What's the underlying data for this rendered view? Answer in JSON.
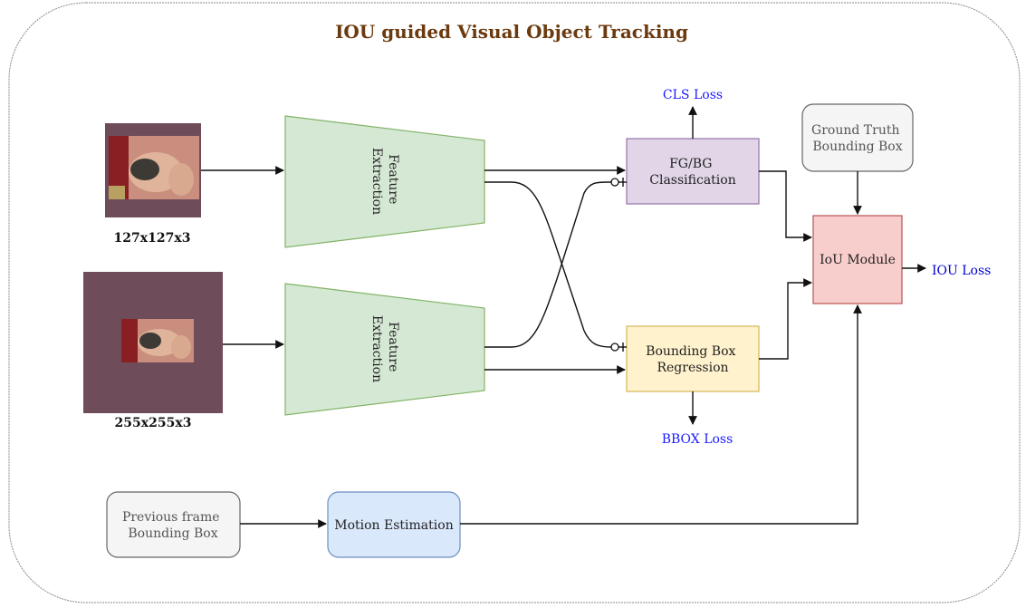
{
  "title": "IOU guided Visual Object Tracking",
  "inputs": {
    "template_size": "127x127x3",
    "search_size": "255x255x3"
  },
  "blocks": {
    "feature_top": [
      "Feature",
      "Extraction"
    ],
    "feature_bottom": [
      "Feature",
      "Extraction"
    ],
    "classification": [
      "FG/BG",
      "Classification"
    ],
    "regression": [
      "Bounding Box",
      "Regression"
    ],
    "iou_module": "IoU Module",
    "ground_truth": [
      "Ground Truth",
      "Bounding Box"
    ],
    "previous_frame": [
      "Previous frame",
      "Bounding Box"
    ],
    "motion_estimation": "Motion Estimation"
  },
  "losses": {
    "cls": "CLS Loss",
    "bbox": "BBOX Loss",
    "iou": "IOU Loss"
  },
  "colors": {
    "title": "#6b3a0e",
    "feature_fill": "#d5e8d4",
    "feature_stroke": "#82b366",
    "classification_fill": "#e1d5e7",
    "classification_stroke": "#9673a6",
    "regression_fill": "#fff2cc",
    "regression_stroke": "#d6b656",
    "iou_fill": "#f8cecc",
    "iou_stroke": "#b85450",
    "grey_fill": "#f5f5f5",
    "grey_stroke": "#666666",
    "motion_fill": "#dae8fc",
    "motion_stroke": "#6c8ebf",
    "patch_bg": "#6e4c5a",
    "loss_text": "#1a1aff"
  }
}
